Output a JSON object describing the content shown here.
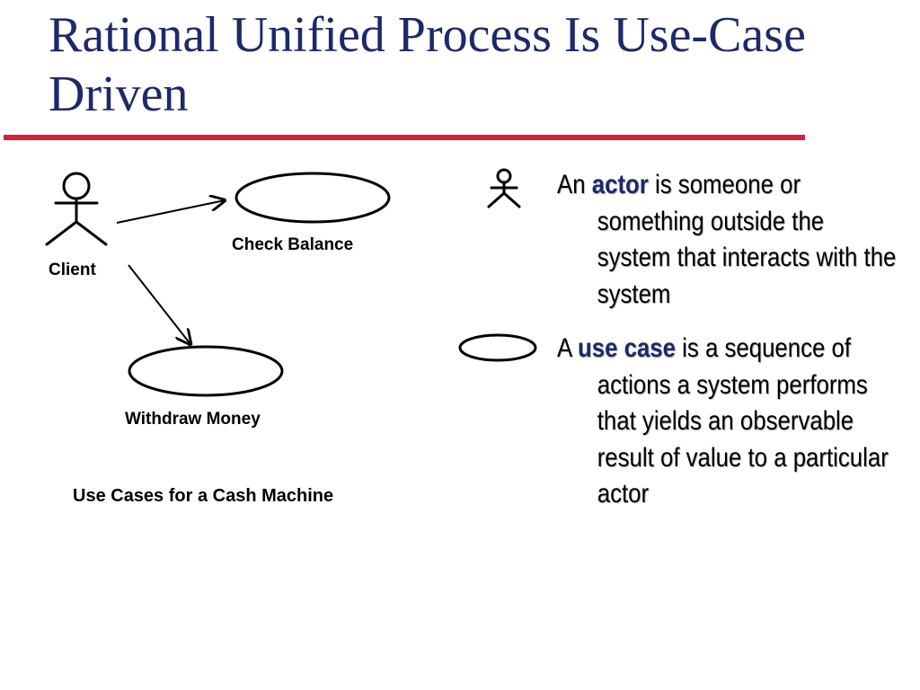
{
  "slide": {
    "title": "Rational Unified Process Is Use-Case Driven",
    "accent_color": "#dc1d3c",
    "title_color": "#1c2a6b"
  },
  "diagram": {
    "actor_label": "Client",
    "use_cases": [
      "Check Balance",
      "Withdraw Money"
    ],
    "caption": "Use Cases for a Cash Machine"
  },
  "definitions": [
    {
      "icon": "stick-figure-actor-icon",
      "lead": "An",
      "term": "actor",
      "text": "is someone or something outside the system that interacts with the system"
    },
    {
      "icon": "ellipse-use-case-icon",
      "lead": "A",
      "term": "use case",
      "text": "is a sequence of actions a system performs that yields an observable result of value to a particular actor"
    }
  ]
}
